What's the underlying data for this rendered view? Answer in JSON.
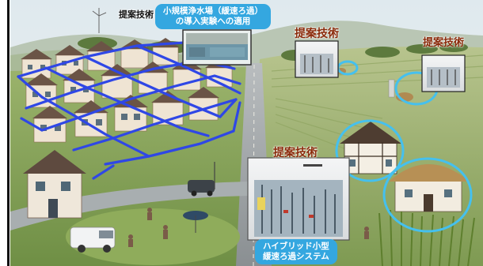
{
  "labels": {
    "proposed_tech": "提案技術",
    "top_bubble_line1": "小規模浄水場（緩速ろ過）",
    "top_bubble_line2": "の導入実験への適用",
    "bottom_bubble_line1": "ハイブリッド小型",
    "bottom_bubble_line2": "緩速ろ過システム"
  },
  "colors": {
    "pipe": "#2f47e6",
    "highlight": "#45c0ee",
    "bubble": "#34a7e0",
    "accent_text": "#8a2a0a"
  }
}
